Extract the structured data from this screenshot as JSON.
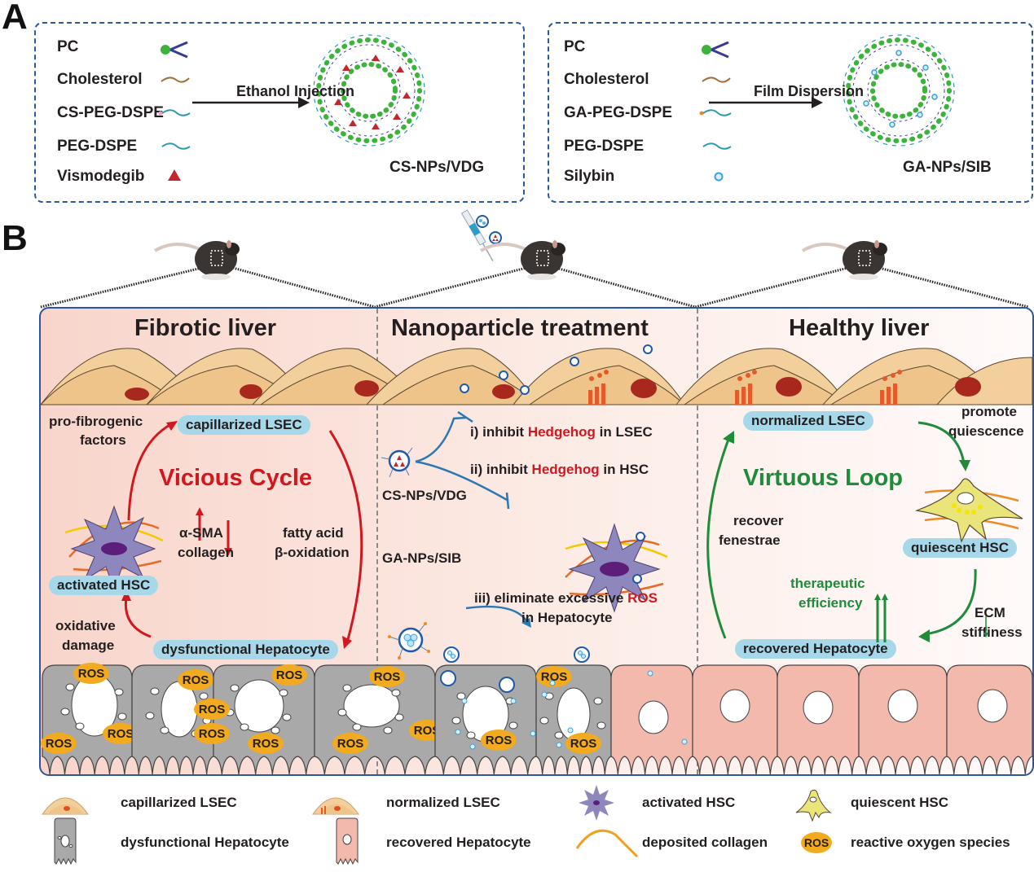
{
  "panel_a": {
    "letter": "A",
    "left_box": {
      "components": [
        "PC",
        "Cholesterol",
        "CS-PEG-DSPE",
        "PEG-DSPE",
        "Vismodegib"
      ],
      "process": "Ethanol Injection",
      "product": "CS-NPs/VDG"
    },
    "right_box": {
      "components": [
        "PC",
        "Cholesterol",
        "GA-PEG-DSPE",
        "PEG-DSPE",
        "Silybin"
      ],
      "process": "Film Dispersion",
      "product": "GA-NPs/SIB"
    }
  },
  "panel_b": {
    "letter": "B",
    "sections": [
      "Fibrotic liver",
      "Nanoparticle treatment",
      "Healthy liver"
    ],
    "fibrotic": {
      "cycle_title": "Vicious Cycle",
      "pill_lsec": "capillarized LSEC",
      "pill_hsc": "activated HSC",
      "pill_hep": "dysfunctional Hepatocyte",
      "note_profibrogenic_1": "pro-fibrogenic",
      "note_profibrogenic_2": "factors",
      "note_oxidative_1": "oxidative",
      "note_oxidative_2": "damage",
      "note_sma_1": "α-SMA",
      "note_sma_2": "collagen",
      "note_fatty_1": "fatty acid",
      "note_fatty_2": "β-oxidation"
    },
    "treatment": {
      "np1_label": "CS-NPs/VDG",
      "np2_label": "GA-NPs/SIB",
      "step1_prefix": "i) inhibit ",
      "step1_key": "Hedgehog",
      "step1_suffix": " in LSEC",
      "step2_prefix": "ii) inhibit ",
      "step2_key": "Hedgehog",
      "step2_suffix": " in HSC",
      "step3_prefix": "iii) eliminate excessive ",
      "step3_key": "ROS",
      "step3_line2": "in Hepatocyte"
    },
    "healthy": {
      "loop_title": "Virtuous Loop",
      "pill_lsec": "normalized LSEC",
      "pill_hsc": "quiescent HSC",
      "pill_hep": "recovered Hepatocyte",
      "note_promote_1": "promote",
      "note_promote_2": "quiescence",
      "note_recover_1": "recover",
      "note_recover_2": "fenestrae",
      "note_thera_1": "therapeutic",
      "note_thera_2": "efficiency",
      "note_ecm_1": "ECM",
      "note_ecm_2": "stiffiness"
    },
    "ros_label": "ROS"
  },
  "legend": [
    {
      "icon": "capillarized-lsec-icon",
      "label": "capillarized LSEC"
    },
    {
      "icon": "normalized-lsec-icon",
      "label": "normalized LSEC"
    },
    {
      "icon": "activated-hsc-icon",
      "label": "activated HSC"
    },
    {
      "icon": "quiescent-hsc-icon",
      "label": "quiescent HSC"
    },
    {
      "icon": "dysfunctional-hepatocyte-icon",
      "label": "dysfunctional Hepatocyte"
    },
    {
      "icon": "recovered-hepatocyte-icon",
      "label": "recovered Hepatocyte"
    },
    {
      "icon": "deposited-collagen-icon",
      "label": "deposited collagen"
    },
    {
      "icon": "ros-icon",
      "label": "reactive oxygen species",
      "badge": "ROS"
    }
  ],
  "colors": {
    "vicious_red": "#d2171f",
    "virtuous_green": "#1e8c3a",
    "pill_blue": "#a6d8ea",
    "ros_orange": "#f2aa1f",
    "hepatocyte_gray": "#a9a9a9",
    "hepatocyte_pink": "#f4b9ad",
    "lsec_tan": "#f2c58a",
    "hsc_purple": "#8e87bd",
    "box_blue": "#2a5a9a"
  }
}
